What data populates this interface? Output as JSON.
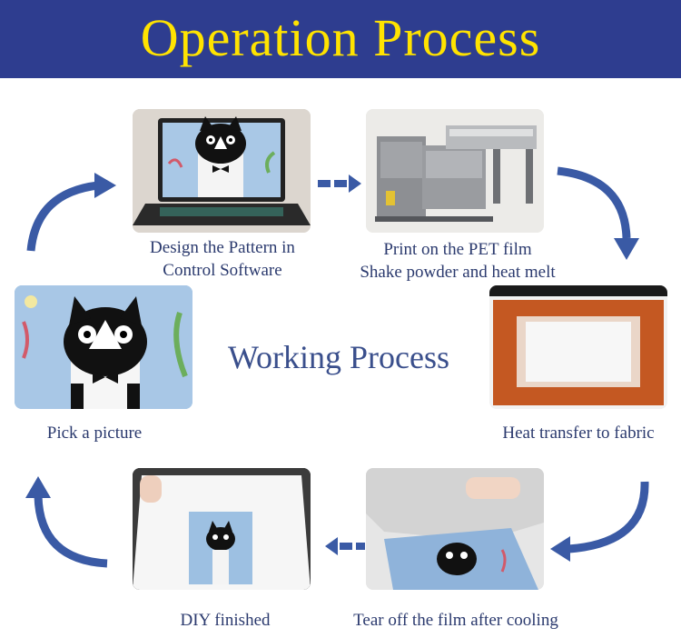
{
  "header": {
    "title": "Operation Process"
  },
  "center": {
    "title": "Working Process"
  },
  "steps": [
    {
      "lines": [
        "Design the Pattern in",
        "Control Software"
      ]
    },
    {
      "lines": [
        "Print on the PET film",
        "Shake powder and heat melt"
      ]
    },
    {
      "lines": [
        "Heat transfer to fabric"
      ]
    },
    {
      "lines": [
        "Tear off the film after cooling"
      ]
    },
    {
      "lines": [
        "DIY finished"
      ]
    },
    {
      "lines": [
        "Pick a picture"
      ]
    }
  ],
  "colors": {
    "banner": "#2e3d8f",
    "title": "#ffe300",
    "arrow": "#3a5aa5",
    "caption": "#2b3a6e"
  }
}
